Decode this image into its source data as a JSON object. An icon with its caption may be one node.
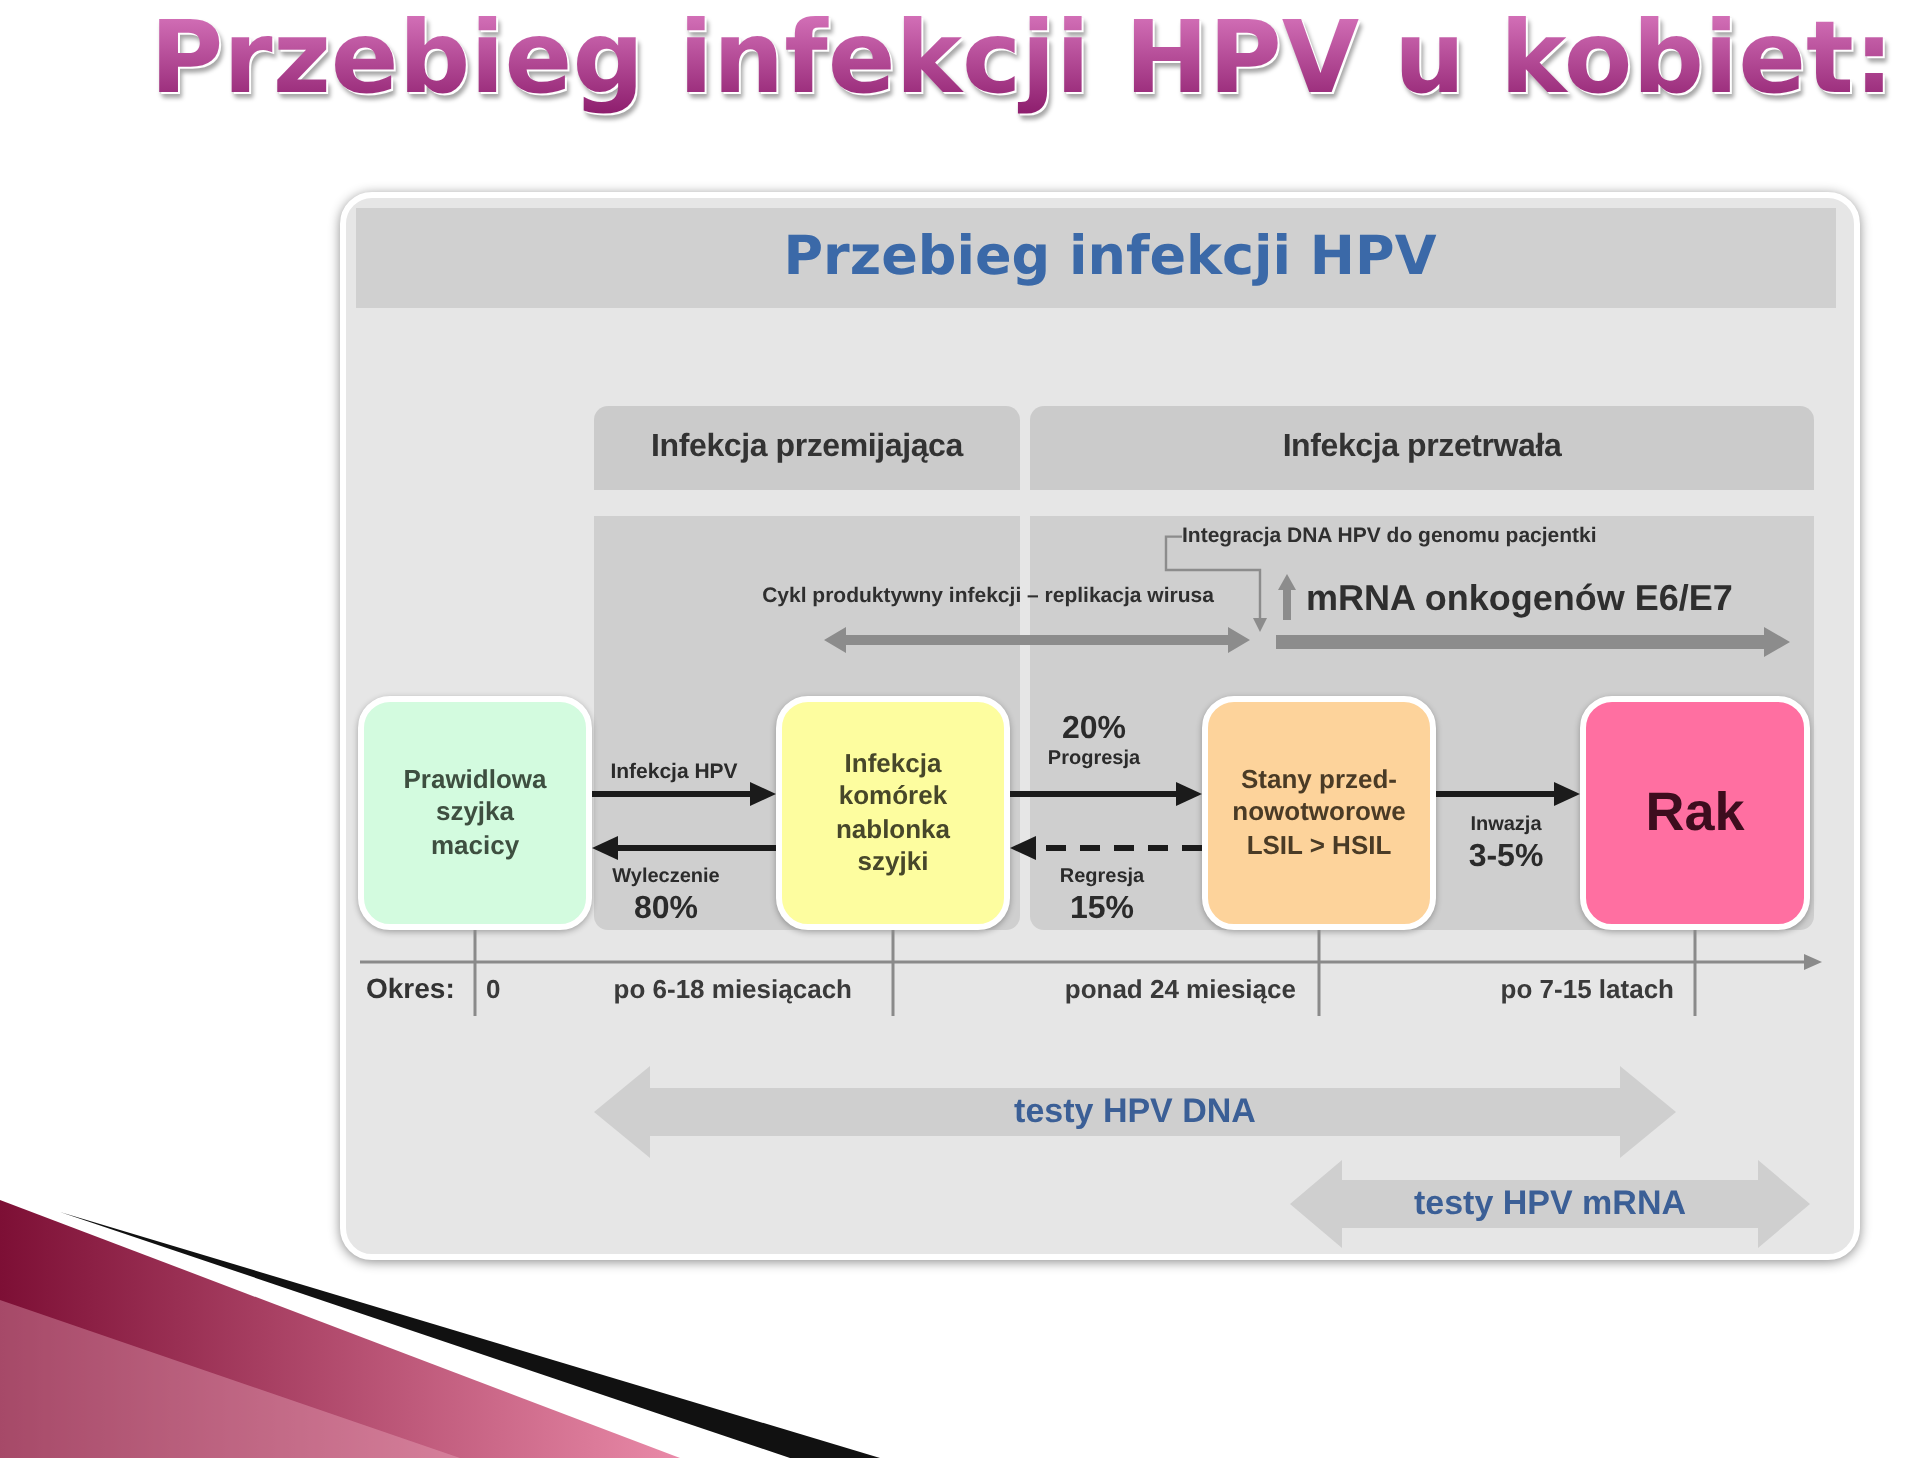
{
  "diagram": {
    "title": "Przebieg infekcji HPV u kobiet:",
    "nodes": [
      {
        "text": [
          "Infekcja przemijająca"
        ]
      },
      {
        "text": [
          "Infekcja przetrwała"
        ]
      },
      {
        "text": [
          "Integracja DNA HPV do genomu pacjentki"
        ],
        "in": 1
      },
      {
        "text": [
          "Prawidlowa szyjka macicy"
        ],
        "beside": [
          "0"
        ]
      },
      {
        "text": [
          "Infekcja komórek nablonka szyjki"
        ],
        "in": 0,
        "beside": [
          "po 6-18 miesiącach"
        ]
      },
      {
        "text": [
          "Stany przed- nowotworowe LSIL > HSIL"
        ],
        "in": 1,
        "beside": [
          "ponad 24 miesiące"
        ]
      },
      {
        "text": [
          "Rak"
        ],
        "in": 1,
        "beside": [
          "po 7-15 latach"
        ]
      },
      {
        "text": [
          "testy HPV DNA"
        ]
      },
      {
        "text": [
          "testy HPV mRNA"
        ]
      }
    ],
    "edges": [
      {
        "from": 3,
        "to": 4,
        "arrow": "to",
        "label": "Infekcja HPV"
      },
      {
        "from": 4,
        "to": 3,
        "arrow": "to",
        "label": "Wyleczenie 80%"
      },
      {
        "from": 4,
        "to": 5,
        "arrow": "to",
        "label": "20% Progresja"
      },
      {
        "from": 5,
        "to": 4,
        "arrow": "to",
        "label": "Regresja 15%",
        "style": "dashed"
      },
      {
        "from": 5,
        "to": 6,
        "arrow": "to",
        "label": "Inwazja 3-5%"
      },
      {
        "from": 2,
        "to": null,
        "arrow": "to",
        "color": "#8c8c8c"
      }
    ],
    "labels": [
      "Przebieg infekcji HPV",
      "Cykl produktywny infekcji – replikacja wirusa",
      "mRNA onkogenów E6/E7",
      "Okres:"
    ]
  }
}
